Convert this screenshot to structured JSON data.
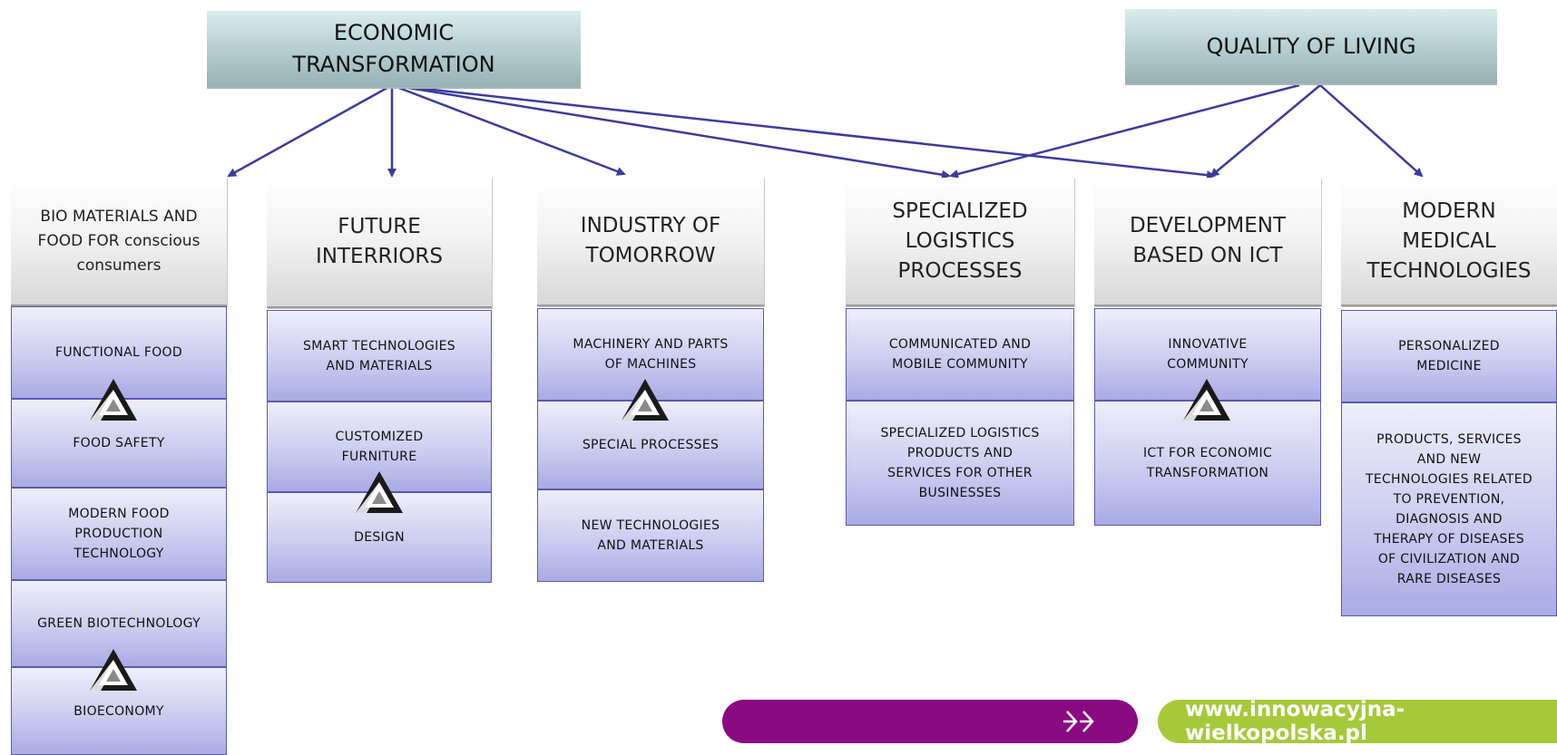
{
  "top": {
    "economic": "ECONOMIC\nTRANSFORMATION",
    "quality": "QUALITY OF LIVING"
  },
  "columns": [
    {
      "heading": "BIO MATERIALS AND\nFOOD FOR conscious\nconsumers",
      "items": [
        "FUNCTIONAL FOOD",
        "FOOD SAFETY",
        "MODERN FOOD\nPRODUCTION\nTECHNOLOGY",
        "GREEN BIOTECHNOLOGY",
        "BIOECONOMY"
      ]
    },
    {
      "heading": "FUTURE\nINTERRIORS",
      "items": [
        "SMART TECHNOLOGIES\nAND MATERIALS",
        "CUSTOMIZED\nFURNITURE",
        "DESIGN"
      ]
    },
    {
      "heading": "INDUSTRY OF\nTOMORROW",
      "items": [
        "MACHINERY AND PARTS\nOF MACHINES",
        "SPECIAL PROCESSES",
        "NEW TECHNOLOGIES\nAND MATERIALS"
      ]
    },
    {
      "heading": "SPECIALIZED\nLOGISTICS\nPROCESSES",
      "items": [
        "COMMUNICATED AND\nMOBILE COMMUNITY",
        "SPECIALIZED LOGISTICS\nPRODUCTS AND\nSERVICES FOR OTHER\nBUSINESSES"
      ]
    },
    {
      "heading": "DEVELOPMENT\nBASED ON ICT",
      "items": [
        "INNOVATIVE\nCOMMUNITY",
        "ICT FOR ECONOMIC\nTRANSFORMATION"
      ]
    },
    {
      "heading": "MODERN\nMEDICAL\nTECHNOLOGIES",
      "items": [
        "PERSONALIZED\nMEDICINE",
        "PRODUCTS, SERVICES\nAND NEW\nTECHNOLOGIES RELATED\nTO PREVENTION,\nDIAGNOSIS AND\nTHERAPY OF DISEASES\nOF CIVILIZATION AND\nRARE DISEASES"
      ]
    }
  ],
  "footer": {
    "url": "www.innowacyjna-wielkopolska.pl",
    "arrow_icon": "double-chevron-right-icon"
  },
  "colors": {
    "arrows": "#3b3b9e",
    "purple_bar": "#8a0a82",
    "green_bar": "#a6c93a"
  }
}
